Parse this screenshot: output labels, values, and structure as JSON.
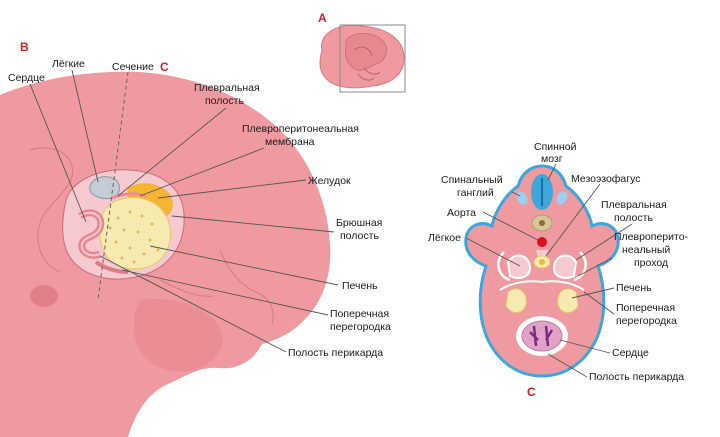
{
  "panels": {
    "a": "A",
    "b": "B",
    "c": "C"
  },
  "figure_b": {
    "section_label": "Сечение",
    "section_letter": "C",
    "labels": {
      "heart": "Сердце",
      "lungs": "Лёгкие",
      "pleural_cavity": [
        "Плевральная",
        "полость"
      ],
      "pleuroperitoneal_membrane": [
        "Плевроперитонеальная",
        "мембрана"
      ],
      "stomach": "Желудок",
      "abdominal_cavity": [
        "Брюшная",
        "полость"
      ],
      "liver": "Печень",
      "septum_transversum": [
        "Поперечная",
        "перегородка"
      ],
      "pericardial_cavity": "Полость перикарда"
    }
  },
  "figure_c": {
    "labels": {
      "spinal_cord": [
        "Спинной",
        "мозг"
      ],
      "spinal_ganglion": [
        "Спинальный",
        "ганглий"
      ],
      "mesoesophagus": "Мезоэзофагус",
      "aorta": "Аорта",
      "pleural_cavity": [
        "Плевральная",
        "полость"
      ],
      "lung": "Лёгкое",
      "pleuroperitoneal_canal": [
        "Плевроперито-",
        "неальный",
        "проход"
      ],
      "liver": "Печень",
      "septum_transversum": [
        "Поперечная",
        "перегородка"
      ],
      "heart": "Сердце",
      "pericardial_cavity": "Полость перикарда"
    }
  },
  "colors": {
    "embryo_pink": "#ef9aa0",
    "embryo_dark": "#dc7b83",
    "liver_yellow": "#f6eab0",
    "stomach_orange": "#f4b534",
    "lung_gray": "#c4ccd6",
    "outline_blue": "#3da6dc",
    "aorta_red": "#d8101e",
    "label_red": "#d0202a"
  }
}
